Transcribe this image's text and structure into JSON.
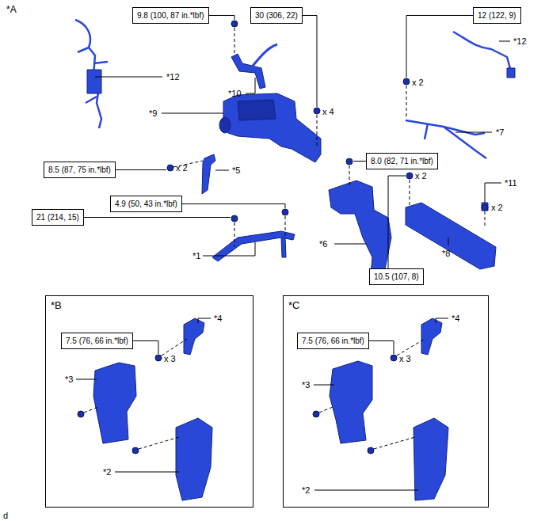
{
  "diagram": {
    "nodes": [
      {
        "text": [
          "9.8 (100, 87 in.*lbf)"
        ]
      },
      {
        "text": [
          "30 (306, 22)"
        ]
      },
      {
        "text": [
          "12 (122, 9)"
        ]
      },
      {
        "text": [
          "8.5 (87, 75 in.*lbf)"
        ]
      },
      {
        "text": [
          "8.0 (82, 71 in.*lbf)"
        ]
      },
      {
        "text": [
          "4.9 (50, 43 in.*lbf)"
        ]
      },
      {
        "text": [
          "21 (214, 15)"
        ]
      },
      {
        "text": [
          "10.5 (107, 8)"
        ]
      },
      {
        "text": [
          "*B"
        ]
      },
      {
        "text": [
          "7.5 (76, 66 in.*lbf)"
        ],
        "in": 8
      },
      {
        "text": [
          "*C"
        ]
      },
      {
        "text": [
          "7.5 (76, 66 in.*lbf)"
        ],
        "in": 10
      }
    ],
    "labels": [
      "*A",
      "*12",
      "x 2",
      "*12",
      "*10",
      "*9",
      "x 4",
      "*7",
      "x 2",
      "*5",
      "x 2",
      "*11",
      "x 2",
      "*6",
      "*8",
      "*1",
      "*4",
      "x 3",
      "*3",
      "*2",
      "*4",
      "x 3",
      "*3",
      "*2",
      "d"
    ]
  }
}
